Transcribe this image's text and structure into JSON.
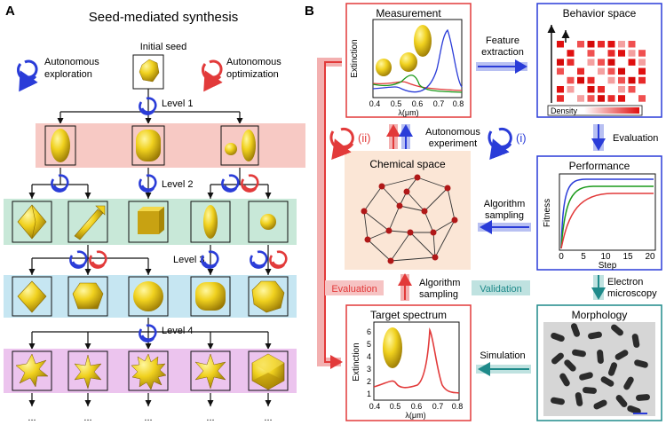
{
  "panel_a": {
    "letter": "A",
    "title": "Seed-mediated synthesis",
    "initial_seed": "Initial seed",
    "legend_exploration": "Autonomous\nexploration",
    "legend_optimization": "Autonomous\noptimization",
    "level_labels": [
      "Level 1",
      "Level 2",
      "Level 3",
      "Level 4"
    ],
    "ellipsis": "...",
    "colors": {
      "band1": "#f7c9c4",
      "band2": "#c8e8d8",
      "band3": "#c6e6f2",
      "band4": "#ecc4ee",
      "exploration": "#2a3cd8",
      "optimization": "#e23a3a",
      "gold": "#e8c61a"
    }
  },
  "panel_b": {
    "letter": "B",
    "measurement": {
      "title": "Measurement",
      "ylabel": "Extinction",
      "xlabel": "λ(μm)",
      "xticks": [
        "0.4",
        "0.5",
        "0.6",
        "0.7",
        "0.8"
      ]
    },
    "feature_extraction": "Feature\nextraction",
    "behavior_space": {
      "title": "Behavior space",
      "density": "Density"
    },
    "evaluation_arrow": "Evaluation",
    "performance": {
      "title": "Performance",
      "ylabel": "Fitness",
      "xlabel": "Step",
      "xticks": [
        "0",
        "5",
        "10",
        "15",
        "20"
      ]
    },
    "electron_microscopy": "Electron\nmicroscopy",
    "morphology": {
      "title": "Morphology"
    },
    "simulation": "Simulation",
    "target_spectrum": {
      "title": "Target spectrum",
      "ylabel": "Extinction",
      "xlabel": "λ(μm)",
      "xticks": [
        "0.4",
        "0.5",
        "0.6",
        "0.7",
        "0.8"
      ],
      "yticks": [
        "1",
        "2",
        "3",
        "4",
        "5",
        "6"
      ]
    },
    "chemical_space": {
      "title": "Chemical space"
    },
    "algorithm_sampling_1": "Algorithm\nsampling",
    "algorithm_sampling_2": "Algorithm\nsampling",
    "autonomous_experiment": "Autonomous\nexperiment",
    "loop_ii": "(ii)",
    "loop_i": "(i)",
    "evaluation_badge": "Evaluation",
    "validation_badge": "Validation",
    "colors": {
      "red": "#e23a3a",
      "blue": "#2a3cd8",
      "teal": "#1f8a8a",
      "chem_bg": "#fbe6d6",
      "badge_red_bg": "#f6c3c3",
      "badge_teal_bg": "#bfe2e0"
    }
  }
}
